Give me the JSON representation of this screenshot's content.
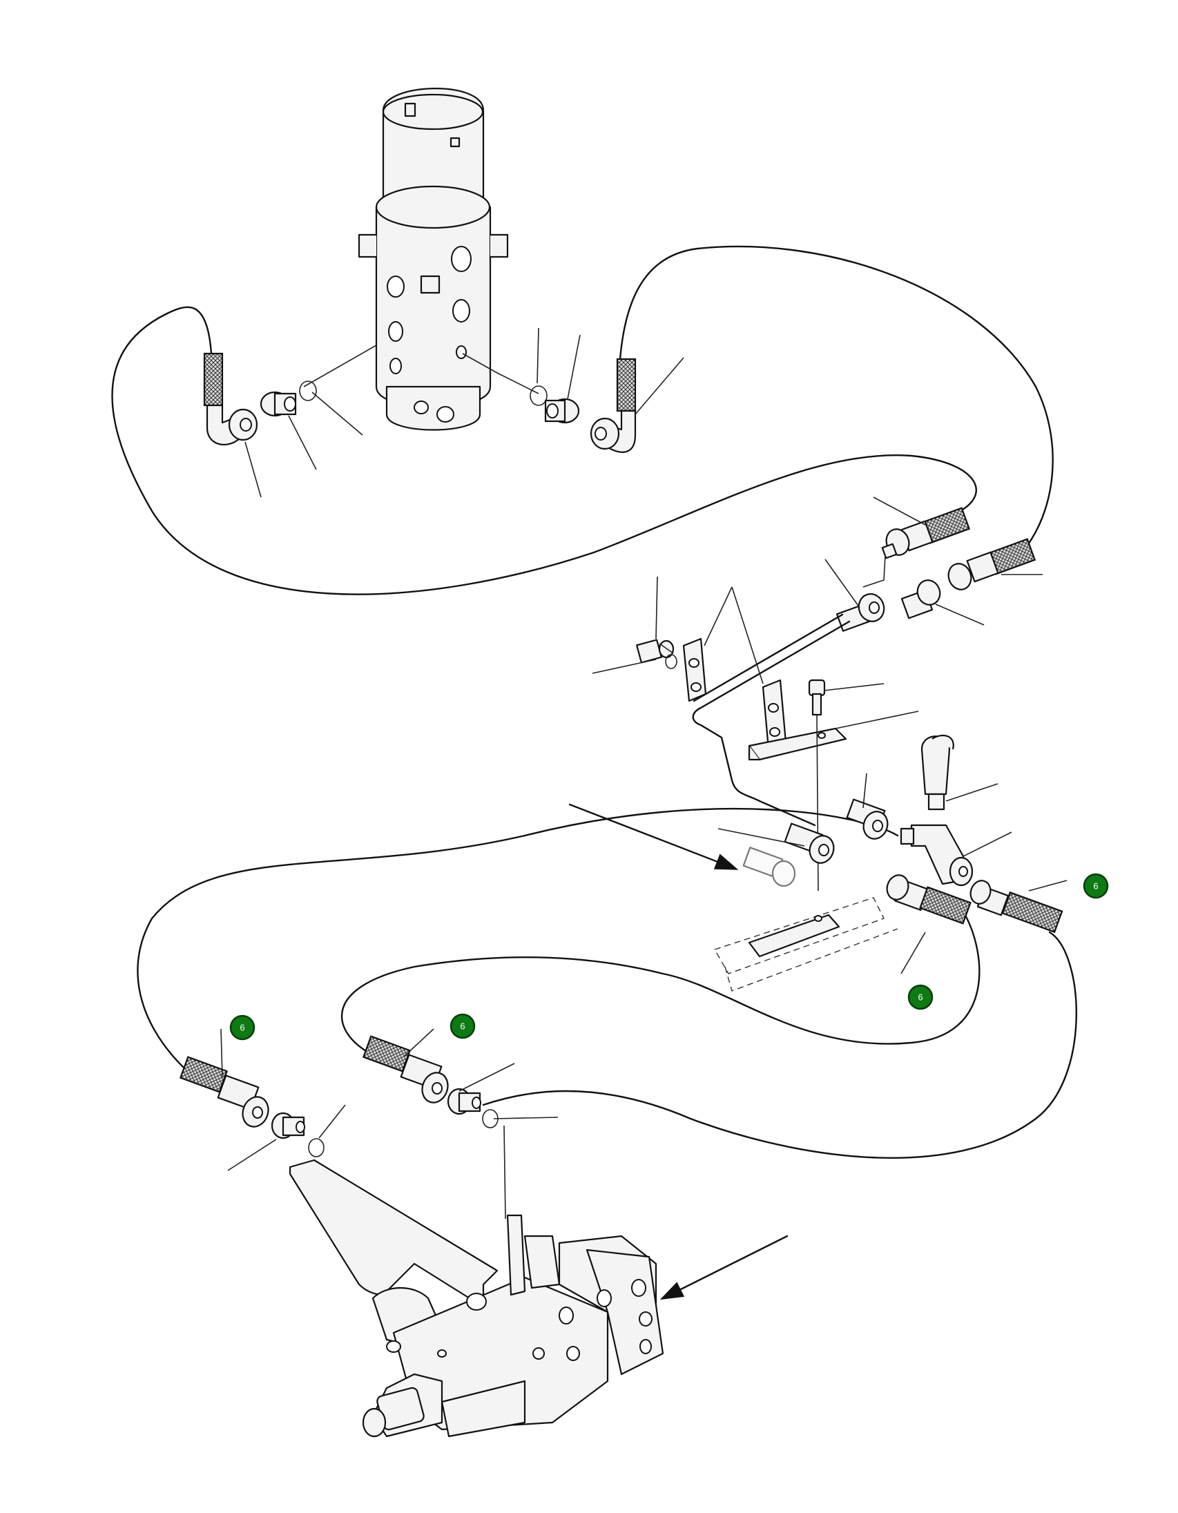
{
  "diagram": {
    "colors": {
      "callout_fill": "#0d7a14",
      "callout_label": "#ffffff",
      "line_art": "#111111",
      "background": "#ffffff"
    },
    "callouts": [
      {
        "id": "callout-1",
        "label": "6"
      },
      {
        "id": "callout-2",
        "label": "6"
      },
      {
        "id": "callout-3",
        "label": "6"
      },
      {
        "id": "callout-4",
        "label": "6"
      }
    ],
    "components": [
      "swivel-joint",
      "hydraulic-hose",
      "hose-elbow-fitting",
      "adapter-fitting",
      "o-ring",
      "tube-clamp",
      "mounting-bracket",
      "tee-fitting",
      "dust-cap",
      "control-valve"
    ]
  }
}
